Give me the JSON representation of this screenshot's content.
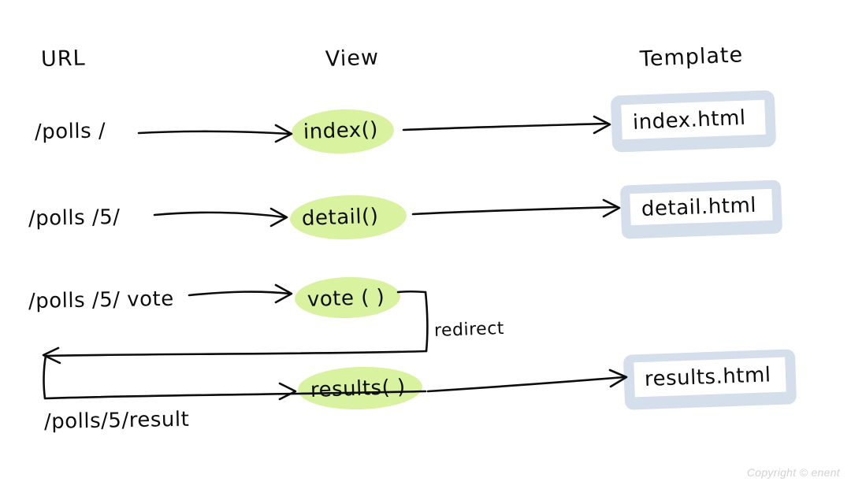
{
  "diagram": {
    "title_columns": [
      {
        "id": "url",
        "label": "URL"
      },
      {
        "id": "view",
        "label": "View"
      },
      {
        "id": "template",
        "label": "Template"
      }
    ],
    "colors": {
      "highlight_green": "#d9f2a0",
      "template_blue": "#d4dfeb",
      "ink": "#0d0d0d",
      "watermark": "#d2d2d2",
      "background": "#ffffff"
    },
    "rows": [
      {
        "id": "index",
        "url": "/polls /",
        "view": "index()",
        "template": "index.html"
      },
      {
        "id": "detail",
        "url": "/polls /5/",
        "view": "detail()",
        "template": "detail.html"
      },
      {
        "id": "vote",
        "url": "/polls /5/ vote",
        "view": "vote ( )",
        "template": null
      },
      {
        "id": "results",
        "url": "/polls/5/result",
        "view": "results( )",
        "template": "results.html"
      }
    ],
    "annotations": [
      {
        "id": "redirect",
        "label": "redirect"
      }
    ],
    "watermark": "Copyright © enent"
  }
}
